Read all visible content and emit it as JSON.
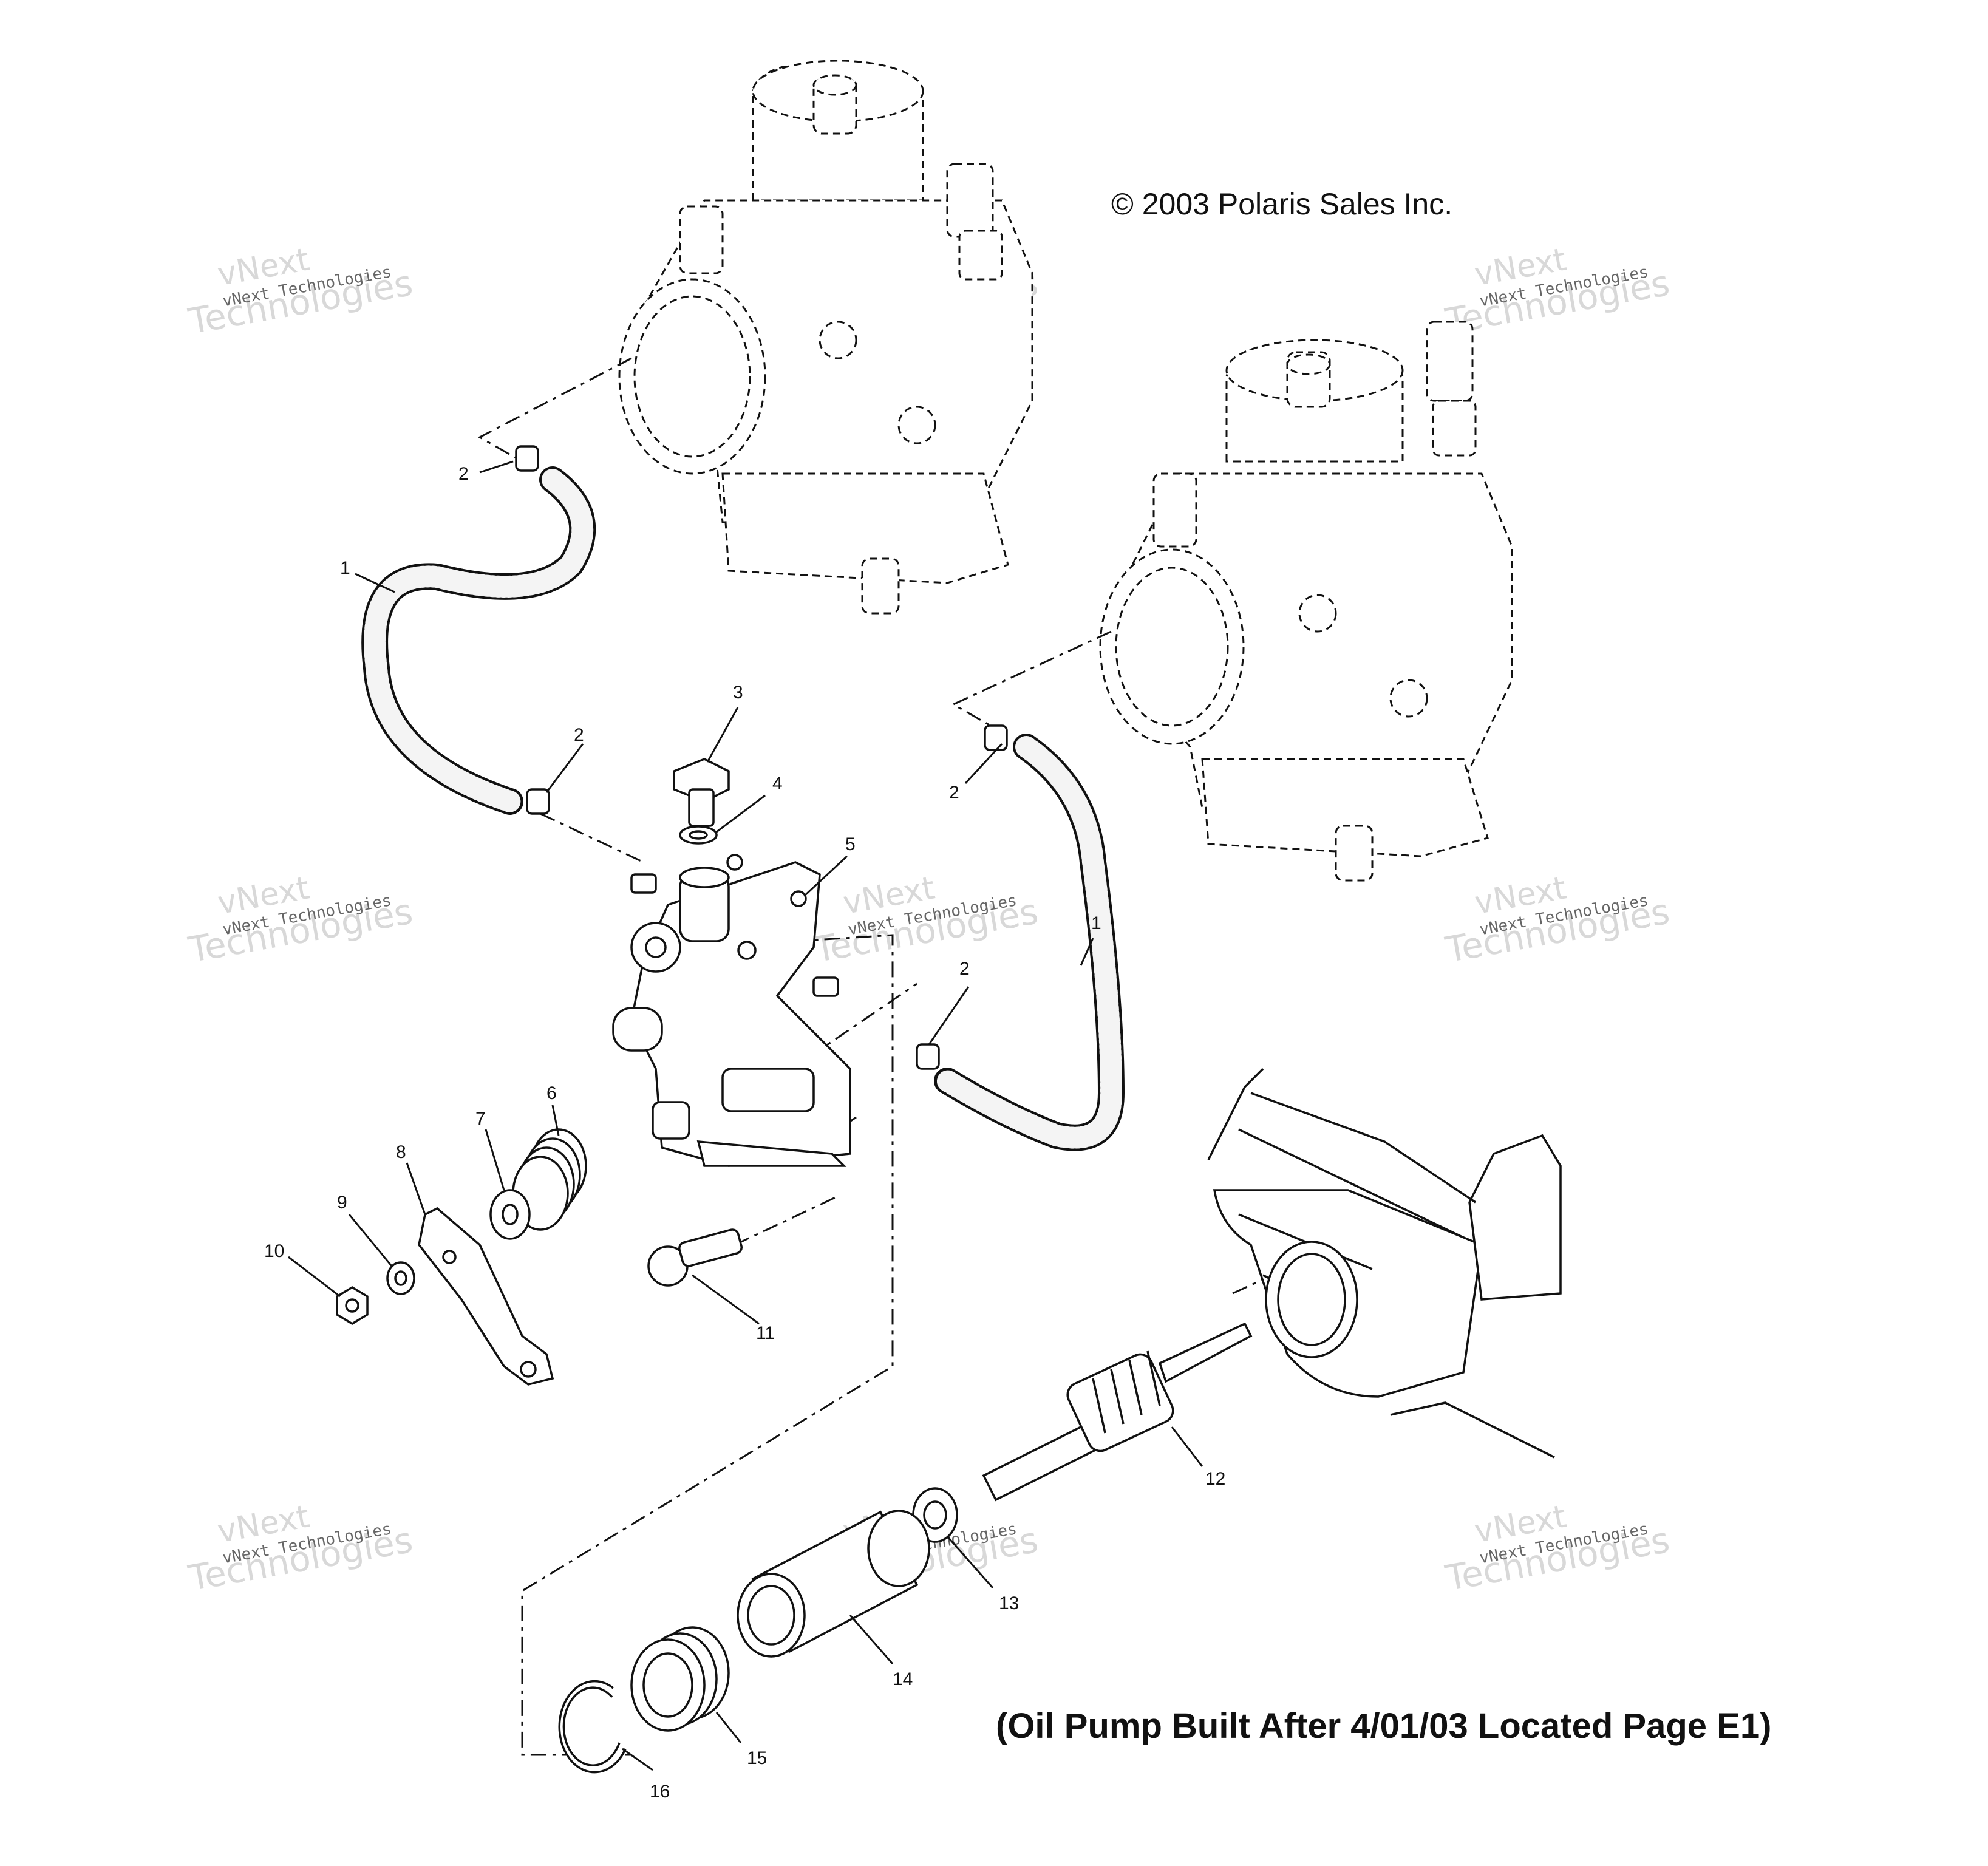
{
  "diagram": {
    "copyright": "© 2003 Polaris Sales Inc.",
    "note": "(Oil Pump Built After 4/01/03 Located Page E1)",
    "watermark": {
      "line1": "vNext",
      "line2": "Technologies",
      "small": "vNext Technologies"
    },
    "callouts": {
      "c1a": "1",
      "c1b": "1",
      "c2a": "2",
      "c2b": "2",
      "c2c": "2",
      "c2d": "2",
      "c3": "3",
      "c4": "4",
      "c5": "5",
      "c6": "6",
      "c7": "7",
      "c8": "8",
      "c9": "9",
      "c10": "10",
      "c11": "11",
      "c12": "12",
      "c13": "13",
      "c14": "14",
      "c15": "15",
      "c16": "16"
    }
  }
}
